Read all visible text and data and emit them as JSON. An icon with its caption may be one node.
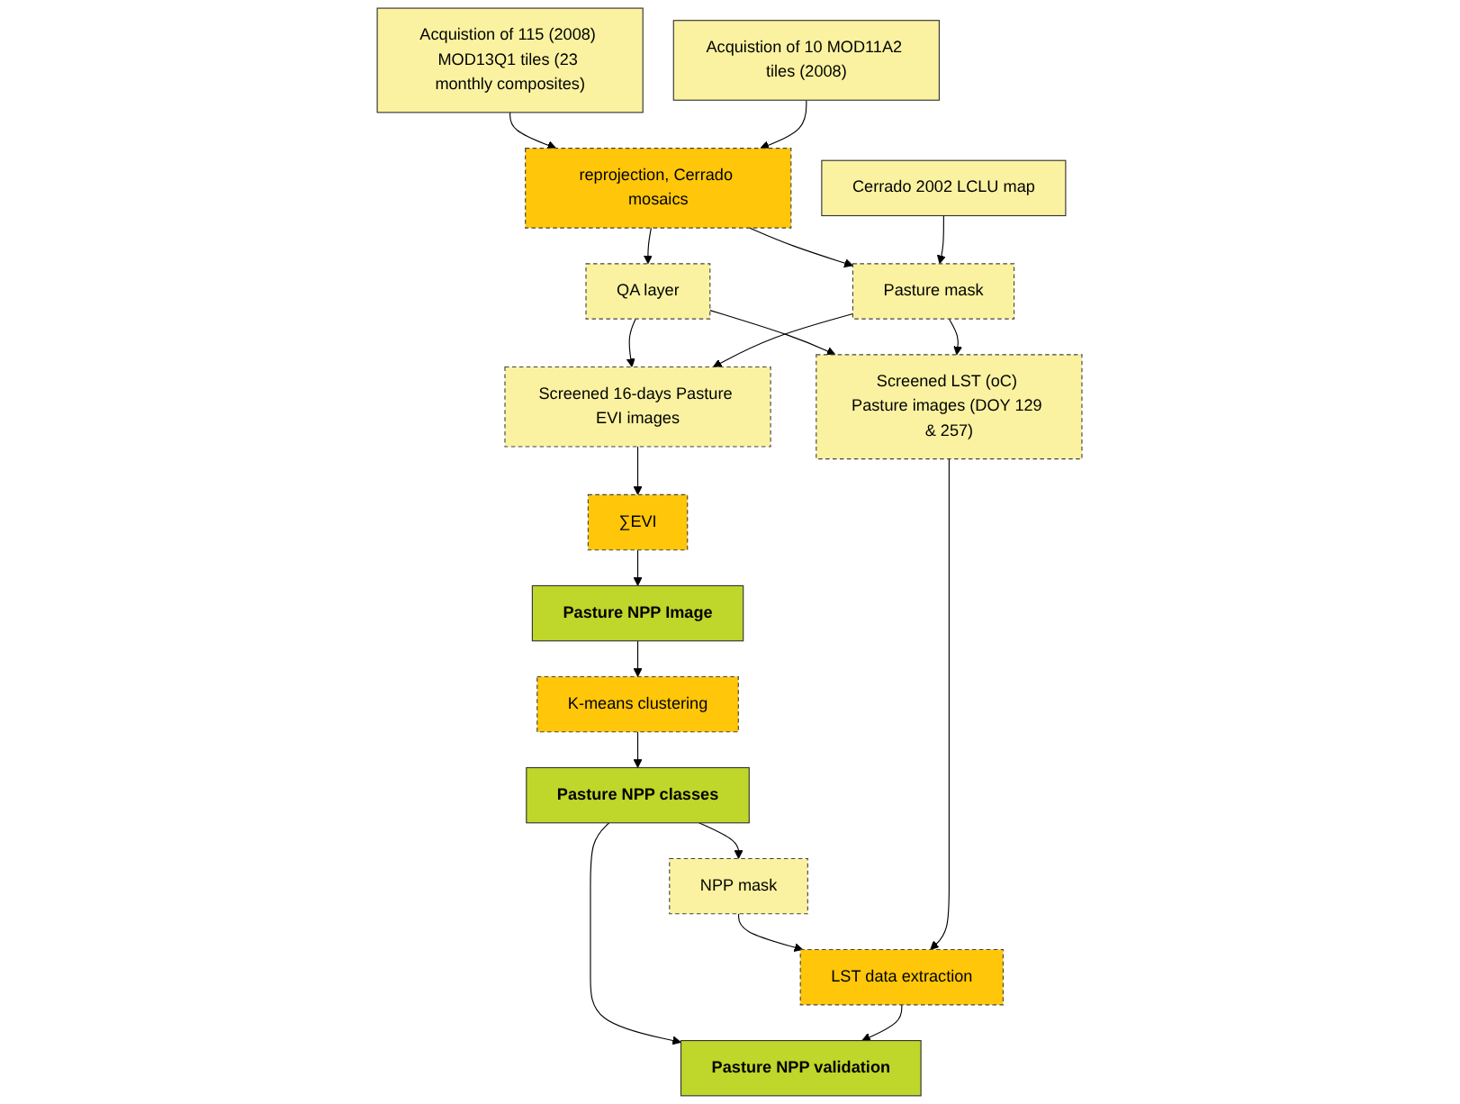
{
  "diagram": {
    "nodes": [
      {
        "text": [
          "Acquistion of 115 (2008) MOD13Q1 tiles (23 monthly composites)"
        ]
      },
      {
        "text": [
          "reprojection, Cerrado mosaics"
        ]
      },
      {
        "text": [
          "Acquistion of 10 MOD11A2 tiles (2008)"
        ]
      },
      {
        "text": [
          "QA layer"
        ]
      },
      {
        "text": [
          "Pasture mask"
        ]
      },
      {
        "text": [
          "Cerrado 2002 LCLU map"
        ]
      },
      {
        "text": [
          "Screened 16-days Pasture EVI images"
        ]
      },
      {
        "text": [
          "Screened LST (oC) Pasture images (DOY 129 & 257)"
        ]
      },
      {
        "text": [
          "∑EVI"
        ]
      },
      {
        "text": [
          "Pasture NPP Image"
        ]
      },
      {
        "text": [
          "NPP mask"
        ]
      },
      {
        "text": [
          "LST data extraction"
        ]
      },
      {
        "text": [
          "K-means clustering"
        ]
      },
      {
        "text": [
          "Pasture NPP classes"
        ]
      },
      {
        "text": [
          "Pasture NPP validation"
        ]
      }
    ],
    "edges": [
      {
        "from": 0,
        "to": 1,
        "arrow": "to"
      },
      {
        "from": 2,
        "to": 1,
        "arrow": "to"
      },
      {
        "from": 1,
        "to": 3,
        "arrow": "to"
      },
      {
        "from": 1,
        "to": 4,
        "arrow": "to"
      },
      {
        "from": 5,
        "to": 4,
        "arrow": "to"
      },
      {
        "from": 3,
        "to": 6,
        "arrow": "to"
      },
      {
        "from": 3,
        "to": 7,
        "arrow": "to"
      },
      {
        "from": 4,
        "to": 6,
        "arrow": "to"
      },
      {
        "from": 4,
        "to": 7,
        "arrow": "to"
      },
      {
        "from": 6,
        "to": 8,
        "arrow": "to"
      },
      {
        "from": 8,
        "to": 9,
        "arrow": "to"
      },
      {
        "from": 9,
        "to": 12,
        "arrow": "to"
      },
      {
        "from": 12,
        "to": 13,
        "arrow": "to"
      },
      {
        "from": 13,
        "to": 10,
        "arrow": "to"
      },
      {
        "from": 10,
        "to": 11,
        "arrow": "to"
      },
      {
        "from": 7,
        "to": 11,
        "arrow": "to"
      },
      {
        "from": 13,
        "to": 14,
        "arrow": "to"
      },
      {
        "from": 11,
        "to": 14,
        "arrow": "to"
      }
    ]
  }
}
